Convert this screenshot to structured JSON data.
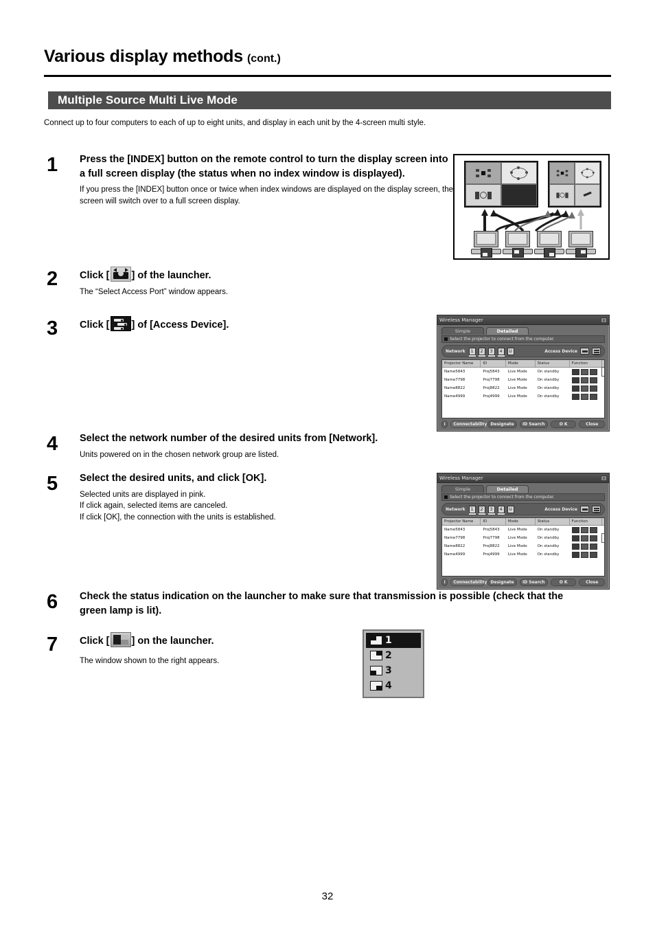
{
  "header": {
    "title": "Various display methods",
    "title_suffix": "(cont.)"
  },
  "section": {
    "title": "Multiple Source Multi Live Mode",
    "intro": "Connect up to four computers to each of up to eight units, and display in each unit by the 4-screen multi style."
  },
  "steps": [
    {
      "number": "1",
      "heading": "Press the [INDEX] button on the remote control to turn the display screen into a full screen display (the status when no index window is displayed).",
      "description": "If you press the [INDEX] button once or twice when index windows are displayed on the display screen, the screen will switch over to a full screen display."
    },
    {
      "number": "2",
      "heading_before": "Click [",
      "icon": "access-port-icon",
      "heading_after": "] of the launcher.",
      "description": "The “Select Access Port” window appears."
    },
    {
      "number": "3",
      "heading_before": "Click [",
      "icon": "access-device-icon",
      "heading_after": "] of [Access Device].",
      "description": ""
    },
    {
      "number": "4",
      "heading": "Select the network number of the desired units from [Network].",
      "description": "Units powered on in the chosen network group are listed."
    },
    {
      "number": "5",
      "heading": "Select the desired units, and click [OK].",
      "description_line1": "Selected units are displayed in pink.",
      "description_line2": "If click again, selected items are canceled.",
      "description_line3": "If click [OK], the connection with the units is established."
    },
    {
      "number": "6",
      "heading": "Check the status indication on the launcher to make sure that transmission is possible (check that the green lamp is lit).",
      "description": ""
    },
    {
      "number": "7",
      "heading_before": "Click [",
      "icon": "multi-live-icon",
      "heading_after": "] on the launcher.",
      "description": "The window shown to the right appears."
    }
  ],
  "wireless_manager": {
    "title": "Wireless Manager",
    "close_label": "x",
    "tabs": [
      {
        "label": "Simple",
        "active": false
      },
      {
        "label": "Detailed",
        "active": true
      }
    ],
    "instruction": "Select the projector to connect from the computer.",
    "network_label": "Network",
    "network_buttons": [
      "1",
      "2",
      "3",
      "4",
      "U"
    ],
    "access_device_label": "Access Device",
    "columns": [
      "Projector Name",
      "ID",
      "Mode",
      "Status",
      "Function"
    ],
    "rows": [
      {
        "name": "Name5843",
        "id": "Proj5843",
        "mode": "Live Mode",
        "status": "On standby"
      },
      {
        "name": "Name7798",
        "id": "Proj7798",
        "mode": "Live Mode",
        "status": "On standby"
      },
      {
        "name": "Name8822",
        "id": "Proj8822",
        "mode": "Live Mode",
        "status": "On standby"
      },
      {
        "name": "Name4999",
        "id": "Proj4999",
        "mode": "Live Mode",
        "status": "On standby"
      }
    ],
    "buttons": {
      "info": "i",
      "connectability": "Connectability",
      "designate": "Designate",
      "id_search": "ID Search",
      "ok": "O K",
      "close": "Close"
    },
    "selected_row_index_step3": 0,
    "selected_row_index_step5": 1
  },
  "quad_popup": {
    "items": [
      {
        "label": "1",
        "position": "top-left",
        "active": true
      },
      {
        "label": "2",
        "position": "top-right",
        "active": false
      },
      {
        "label": "3",
        "position": "bottom-left",
        "active": false
      },
      {
        "label": "4",
        "position": "bottom-right",
        "active": false
      }
    ]
  },
  "footer": {
    "page_number": "32"
  },
  "colors": {
    "section_bar": "#4d4d4d",
    "dialog_background": "#6e6e6e",
    "text": "#000000"
  }
}
